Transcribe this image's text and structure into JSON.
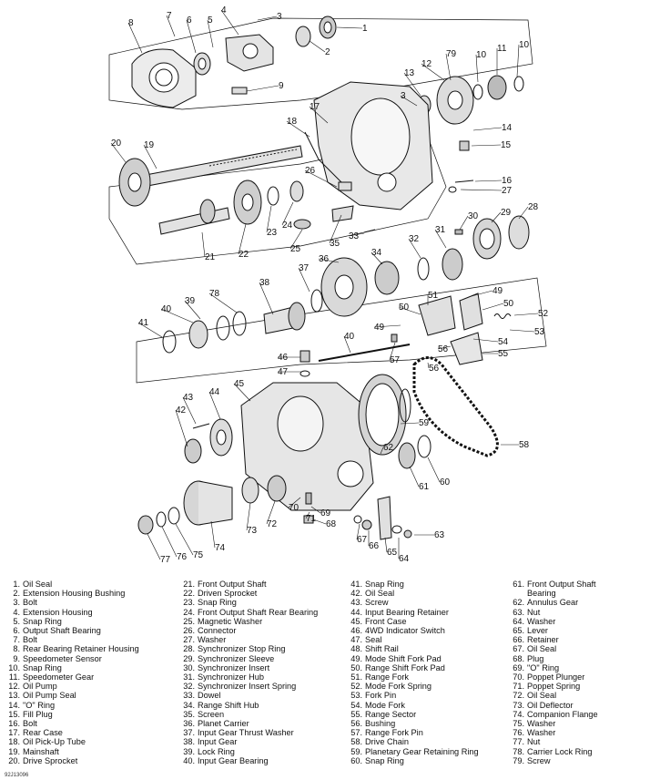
{
  "figure_code": "92J13096",
  "callouts": [
    {
      "n": "1"
    },
    {
      "n": "2"
    },
    {
      "n": "3"
    },
    {
      "n": "4"
    },
    {
      "n": "5"
    },
    {
      "n": "6"
    },
    {
      "n": "7"
    },
    {
      "n": "8"
    },
    {
      "n": "9"
    },
    {
      "n": "10"
    },
    {
      "n": "11"
    },
    {
      "n": "12"
    },
    {
      "n": "13"
    },
    {
      "n": "3"
    },
    {
      "n": "14"
    },
    {
      "n": "15"
    },
    {
      "n": "16"
    },
    {
      "n": "17"
    },
    {
      "n": "18"
    },
    {
      "n": "19"
    },
    {
      "n": "20"
    },
    {
      "n": "21"
    },
    {
      "n": "22"
    },
    {
      "n": "23"
    },
    {
      "n": "24"
    },
    {
      "n": "25"
    },
    {
      "n": "26"
    },
    {
      "n": "27"
    },
    {
      "n": "28"
    },
    {
      "n": "29"
    },
    {
      "n": "30"
    },
    {
      "n": "31"
    },
    {
      "n": "32"
    },
    {
      "n": "33"
    },
    {
      "n": "34"
    },
    {
      "n": "35"
    },
    {
      "n": "36"
    },
    {
      "n": "37"
    },
    {
      "n": "38"
    },
    {
      "n": "78"
    },
    {
      "n": "39"
    },
    {
      "n": "40"
    },
    {
      "n": "41"
    },
    {
      "n": "40"
    },
    {
      "n": "46"
    },
    {
      "n": "47"
    },
    {
      "n": "49"
    },
    {
      "n": "49"
    },
    {
      "n": "50"
    },
    {
      "n": "50"
    },
    {
      "n": "51"
    },
    {
      "n": "52"
    },
    {
      "n": "53"
    },
    {
      "n": "54"
    },
    {
      "n": "55"
    },
    {
      "n": "56"
    },
    {
      "n": "56"
    },
    {
      "n": "57"
    },
    {
      "n": "43"
    },
    {
      "n": "44"
    },
    {
      "n": "45"
    },
    {
      "n": "42"
    },
    {
      "n": "59"
    },
    {
      "n": "58"
    },
    {
      "n": "62"
    },
    {
      "n": "61"
    },
    {
      "n": "60"
    },
    {
      "n": "70"
    },
    {
      "n": "69"
    },
    {
      "n": "71"
    },
    {
      "n": "68"
    },
    {
      "n": "72"
    },
    {
      "n": "73"
    },
    {
      "n": "67"
    },
    {
      "n": "66"
    },
    {
      "n": "65"
    },
    {
      "n": "64"
    },
    {
      "n": "63"
    },
    {
      "n": "74"
    },
    {
      "n": "75"
    },
    {
      "n": "76"
    },
    {
      "n": "77"
    },
    {
      "n": "79"
    },
    {
      "n": "10"
    }
  ],
  "legend": [
    [
      {
        "n": "1.",
        "t": "Oil Seal"
      },
      {
        "n": "2.",
        "t": "Extension Housing Bushing"
      },
      {
        "n": "3.",
        "t": "Bolt"
      },
      {
        "n": "4.",
        "t": "Extension Housing"
      },
      {
        "n": "5.",
        "t": "Snap Ring"
      },
      {
        "n": "6.",
        "t": "Output Shaft Bearing"
      },
      {
        "n": "7.",
        "t": "Bolt"
      },
      {
        "n": "8.",
        "t": "Rear Bearing Retainer Housing"
      },
      {
        "n": "9.",
        "t": "Speedometer Sensor"
      },
      {
        "n": "10.",
        "t": "Snap Ring"
      },
      {
        "n": "11.",
        "t": "Speedometer Gear"
      },
      {
        "n": "12.",
        "t": "Oil Pump"
      },
      {
        "n": "13.",
        "t": "Oil Pump Seal"
      },
      {
        "n": "14.",
        "t": "\"O\" Ring"
      },
      {
        "n": "15.",
        "t": "Fill Plug"
      },
      {
        "n": "16.",
        "t": "Bolt"
      },
      {
        "n": "17.",
        "t": "Rear Case"
      },
      {
        "n": "18.",
        "t": "Oil Pick-Up Tube"
      },
      {
        "n": "19.",
        "t": "Mainshaft"
      },
      {
        "n": "20.",
        "t": "Drive Sprocket"
      }
    ],
    [
      {
        "n": "21.",
        "t": "Front Output Shaft"
      },
      {
        "n": "22.",
        "t": "Driven Sprocket"
      },
      {
        "n": "23.",
        "t": "Snap Ring"
      },
      {
        "n": "24.",
        "t": "Front Output Shaft Rear Bearing"
      },
      {
        "n": "25.",
        "t": "Magnetic Washer"
      },
      {
        "n": "26.",
        "t": "Connector"
      },
      {
        "n": "27.",
        "t": "Washer"
      },
      {
        "n": "28.",
        "t": "Synchronizer Stop Ring"
      },
      {
        "n": "29.",
        "t": "Synchronizer Sleeve"
      },
      {
        "n": "30.",
        "t": "Synchronizer Insert"
      },
      {
        "n": "31.",
        "t": "Synchronizer Hub"
      },
      {
        "n": "32.",
        "t": "Synchronizer Insert Spring"
      },
      {
        "n": "33.",
        "t": "Dowel"
      },
      {
        "n": "34.",
        "t": "Range Shift Hub"
      },
      {
        "n": "35.",
        "t": "Screen"
      },
      {
        "n": "36.",
        "t": "Planet Carrier"
      },
      {
        "n": "37.",
        "t": "Input Gear Thrust Washer"
      },
      {
        "n": "38.",
        "t": "Input Gear"
      },
      {
        "n": "39.",
        "t": "Lock Ring"
      },
      {
        "n": "40.",
        "t": "Input Gear Bearing"
      }
    ],
    [
      {
        "n": "41.",
        "t": "Snap Ring"
      },
      {
        "n": "42.",
        "t": "Oil Seal"
      },
      {
        "n": "43.",
        "t": "Screw"
      },
      {
        "n": "44.",
        "t": "Input Bearing Retainer"
      },
      {
        "n": "45.",
        "t": "Front Case"
      },
      {
        "n": "46.",
        "t": "4WD Indicator Switch"
      },
      {
        "n": "47.",
        "t": "Seal"
      },
      {
        "n": "48.",
        "t": "Shift Rail"
      },
      {
        "n": "49.",
        "t": "Mode Shift Fork Pad"
      },
      {
        "n": "50.",
        "t": "Range Shift Fork Pad"
      },
      {
        "n": "51.",
        "t": "Range Fork"
      },
      {
        "n": "52.",
        "t": "Mode Fork Spring"
      },
      {
        "n": "53.",
        "t": "Fork Pin"
      },
      {
        "n": "54.",
        "t": "Mode Fork"
      },
      {
        "n": "55.",
        "t": "Range Sector"
      },
      {
        "n": "56.",
        "t": "Bushing"
      },
      {
        "n": "57.",
        "t": "Range Fork Pin"
      },
      {
        "n": "58.",
        "t": "Drive Chain"
      },
      {
        "n": "59.",
        "t": "Planetary Gear Retaining Ring"
      },
      {
        "n": "60.",
        "t": "Snap Ring"
      }
    ],
    [
      {
        "n": "61.",
        "t": "Front Output Shaft",
        "t2": "Bearing"
      },
      {
        "n": "62.",
        "t": "Annulus Gear"
      },
      {
        "n": "63.",
        "t": "Nut"
      },
      {
        "n": "64.",
        "t": "Washer"
      },
      {
        "n": "65.",
        "t": "Lever"
      },
      {
        "n": "66.",
        "t": "Retainer"
      },
      {
        "n": "67.",
        "t": "Oil Seal"
      },
      {
        "n": "68.",
        "t": "Plug"
      },
      {
        "n": "69.",
        "t": "\"O\" Ring"
      },
      {
        "n": "70.",
        "t": "Poppet Plunger"
      },
      {
        "n": "71.",
        "t": "Poppet Spring"
      },
      {
        "n": "72.",
        "t": "Oil Seal"
      },
      {
        "n": "73.",
        "t": "Oil Deflector"
      },
      {
        "n": "74.",
        "t": "Companion Flange"
      },
      {
        "n": "75.",
        "t": "Washer"
      },
      {
        "n": "76.",
        "t": "Washer"
      },
      {
        "n": "77.",
        "t": "Nut"
      },
      {
        "n": "78.",
        "t": "Carrier Lock Ring"
      },
      {
        "n": "79.",
        "t": "Screw"
      }
    ]
  ]
}
